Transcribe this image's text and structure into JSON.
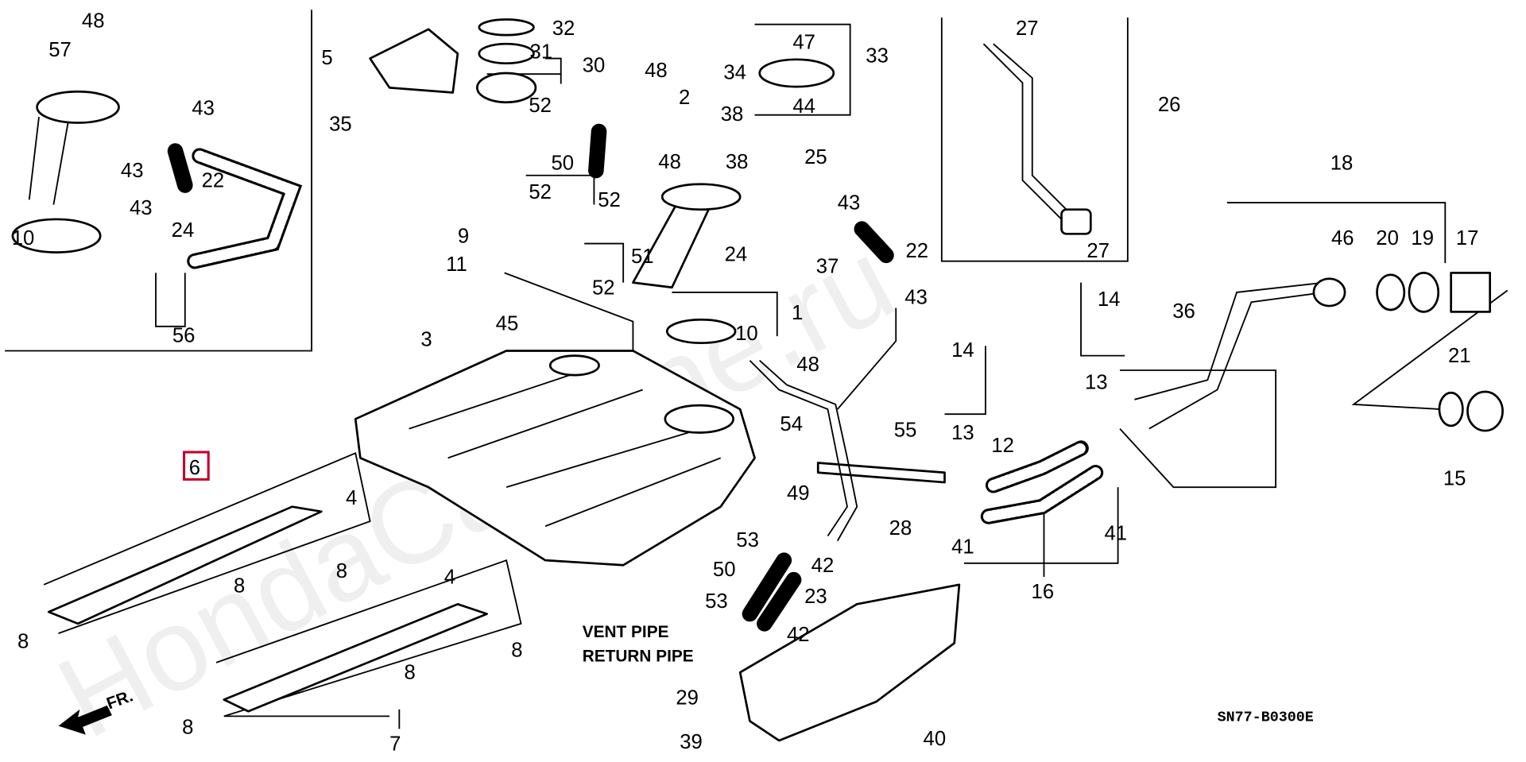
{
  "diagram": {
    "watermark": "HondaCarMine.ru",
    "diagram_code": "SN77-B0300E",
    "front_indicator": "FR.",
    "annotations": [
      "VENT PIPE",
      "RETURN PIPE"
    ],
    "highlighted_part": "6",
    "highlight_color": "#c0002a",
    "callouts": [
      "48",
      "57",
      "43",
      "43",
      "22",
      "43",
      "24",
      "10",
      "56",
      "5",
      "32",
      "31",
      "30",
      "35",
      "52",
      "48",
      "34",
      "2",
      "38",
      "47",
      "33",
      "44",
      "50",
      "48",
      "38",
      "25",
      "52",
      "52",
      "9",
      "11",
      "51",
      "24",
      "37",
      "22",
      "43",
      "52",
      "43",
      "1",
      "10",
      "45",
      "3",
      "48",
      "27",
      "26",
      "27",
      "18",
      "46",
      "20",
      "19",
      "17",
      "14",
      "36",
      "14",
      "21",
      "13",
      "15",
      "54",
      "55",
      "13",
      "12",
      "49",
      "28",
      "41",
      "41",
      "16",
      "53",
      "42",
      "50",
      "23",
      "53",
      "42",
      "29",
      "39",
      "40",
      "6",
      "4",
      "8",
      "8",
      "8",
      "4",
      "8",
      "8",
      "8",
      "7"
    ]
  }
}
